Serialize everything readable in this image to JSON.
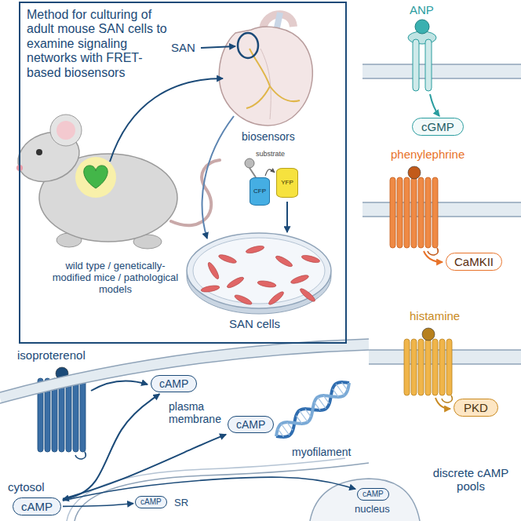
{
  "diagram": {
    "nodes": [
      {
        "text": [
          "Method for culturing of adult mouse SAN cells to examine signaling networks with FRET-based biosensors"
        ]
      },
      {
        "text": [
          "CFP"
        ],
        "in": 0
      },
      {
        "text": [
          "YFP"
        ],
        "in": 0
      },
      {
        "text": [
          "cGMP"
        ]
      },
      {
        "text": [
          "CaMKII"
        ]
      },
      {
        "text": [
          "PKD"
        ]
      },
      {
        "text": [
          "cAMP"
        ]
      },
      {
        "text": [
          "cAMP"
        ]
      },
      {
        "text": [
          "cAMP"
        ]
      },
      {
        "text": [
          "cAMP"
        ]
      },
      {
        "text": [
          "cAMP"
        ]
      }
    ],
    "edges": [
      {
        "from": 1,
        "to": 2,
        "arrow": "to"
      },
      {
        "from": 8,
        "to": 6,
        "arrow": "both"
      },
      {
        "from": 8,
        "to": 7,
        "arrow": "to"
      },
      {
        "from": 8,
        "to": 9,
        "arrow": "to"
      },
      {
        "from": 8,
        "to": 10,
        "arrow": "to"
      }
    ],
    "labels": [
      "SAN",
      "biosensors",
      "substrate",
      "wild type / genetically-modified mice / pathological models",
      "SAN cells",
      "ANP",
      "phenylephrine",
      "histamine",
      "isoproterenol",
      "plasma membrane",
      "myofilament",
      "cytosol",
      "SR",
      "nucleus",
      "discrete cAMP pools"
    ]
  }
}
